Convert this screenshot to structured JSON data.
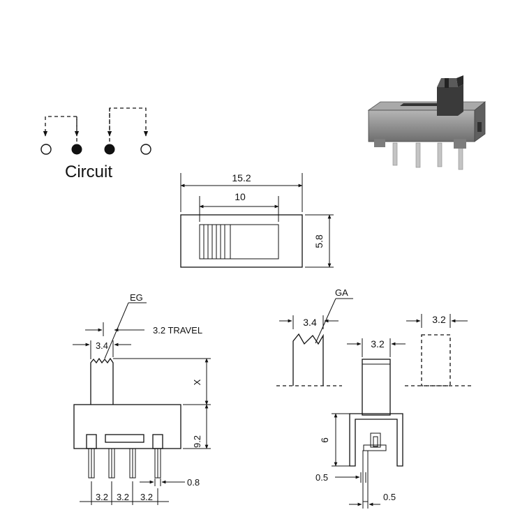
{
  "circuit": {
    "label": "Circuit",
    "terminals": [
      "open",
      "filled",
      "filled",
      "open"
    ]
  },
  "top_view": {
    "overall_width": "15.2",
    "slot_width": "10",
    "height": "5.8"
  },
  "side_view": {
    "actuator_label": "EG",
    "actuator_width": "3.4",
    "travel": "3.2 TRAVEL",
    "actuator_height": "X",
    "body_height": "9.2",
    "pin_width": "0.8",
    "pitch_labels": [
      "3.2",
      "3.2",
      "3.2"
    ]
  },
  "end_view": {
    "actuator_label": "GA",
    "ga_width": "3.4",
    "actuator_width": "3.2",
    "alt_actuator_width": "3.2",
    "body_height": "6",
    "pin_thickness_left": "0.5",
    "pin_thickness_bottom": "0.5"
  },
  "colors": {
    "line": "#111111",
    "product_body": "#8f8f8f",
    "product_pins": "#b8b8b8"
  }
}
